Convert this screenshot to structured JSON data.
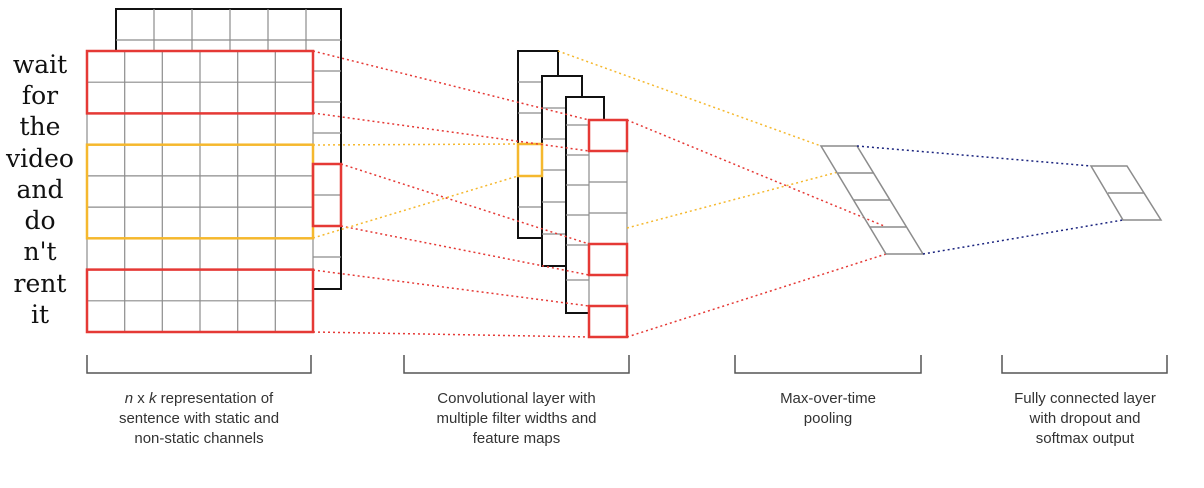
{
  "sentence": [
    "wait",
    "for",
    "the",
    "video",
    "and",
    "do",
    "n't",
    "rent",
    "it"
  ],
  "captions": {
    "input_italic": "n",
    "input_mid": " x ",
    "input_italic2": "k",
    "input_rest": " representation of",
    "input_line2": "sentence with static and",
    "input_line3": "non-static channels",
    "conv_line1": "Convolutional layer with",
    "conv_line2": "multiple filter widths and",
    "conv_line3": "feature maps",
    "pool_line1": "Max-over-time",
    "pool_line2": "pooling",
    "fc_line1": "Fully connected layer",
    "fc_line2": "with dropout and",
    "fc_line3": "softmax output"
  },
  "colors": {
    "grid": "#8c8c8c",
    "frame": "#111111",
    "filter_red": "#e53935",
    "filter_yellow": "#f5b82e",
    "fc_dots": "#1a237e"
  }
}
